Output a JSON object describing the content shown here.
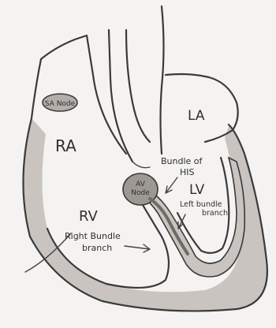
{
  "labels": {
    "sa_node": "SA Node",
    "ra": "RA",
    "la": "LA",
    "rv": "RV",
    "lv": "LV",
    "av_node_line1": "AV",
    "av_node_line2": "Node",
    "bundle_his_line1": "Bundle of",
    "bundle_his_line2": "HIS",
    "left_bundle_line1": "Left bundle",
    "left_bundle_line2": "branch",
    "right_bundle_line1": "Right Bundle",
    "right_bundle_line2": "branch"
  },
  "colors": {
    "background": "#f4f3f1",
    "ink": "#3a3a3a",
    "myocardium_shade": "#c9c4bf",
    "node_shade": "#9d9893"
  }
}
